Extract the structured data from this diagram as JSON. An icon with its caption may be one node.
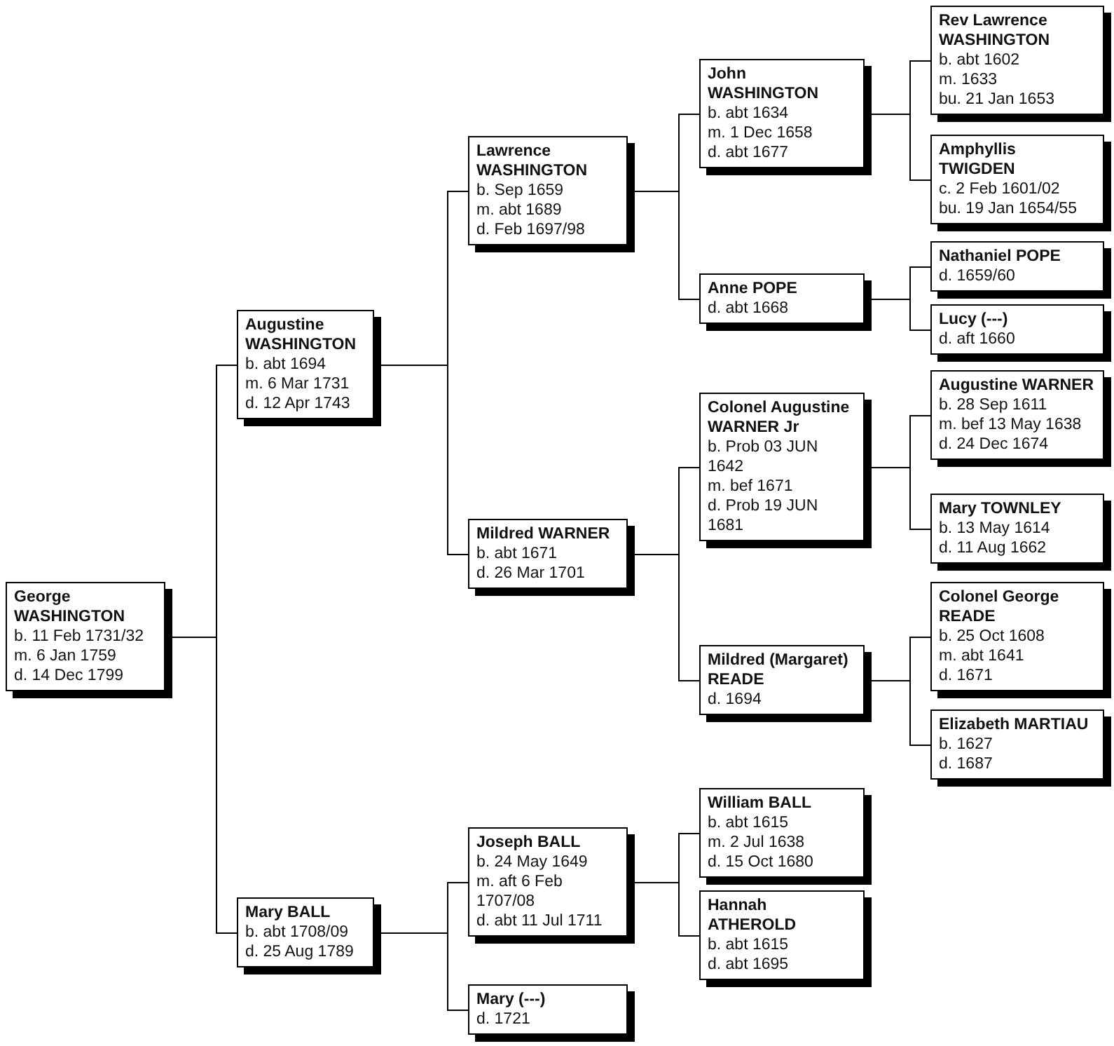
{
  "diagram": {
    "nodes": [
      {
        "text": [
          "George WASHINGTON",
          "b. 11 Feb 1731/32",
          "m. 6 Jan 1759",
          "d. 14 Dec 1799"
        ]
      },
      {
        "text": [
          "Augustine WASHINGTON",
          "b. abt 1694",
          "m. 6 Mar 1731",
          "d. 12 Apr 1743"
        ]
      },
      {
        "text": [
          "Mary BALL",
          "b. abt 1708/09",
          "d. 25 Aug 1789"
        ]
      },
      {
        "text": [
          "Lawrence WASHINGTON",
          "b. Sep 1659",
          "m. abt 1689",
          "d. Feb 1697/98"
        ]
      },
      {
        "text": [
          "Mildred WARNER",
          "b. abt 1671",
          "d. 26 Mar 1701"
        ]
      },
      {
        "text": [
          "Joseph BALL",
          "b. 24 May 1649",
          "m. aft 6 Feb 1707/08",
          "d. abt 11 Jul 1711"
        ]
      },
      {
        "text": [
          "Mary (---)",
          "d. 1721"
        ]
      },
      {
        "text": [
          "John WASHINGTON",
          "b. abt 1634",
          "m. 1 Dec 1658",
          "d. abt 1677"
        ]
      },
      {
        "text": [
          "Anne POPE",
          "d. abt 1668"
        ]
      },
      {
        "text": [
          "Colonel Augustine WARNER Jr",
          "b. Prob 03 JUN 1642",
          "m. bef 1671",
          "d. Prob 19 JUN 1681"
        ]
      },
      {
        "text": [
          "Mildred (Margaret) READE",
          "d. 1694"
        ]
      },
      {
        "text": [
          "William BALL",
          "b. abt 1615",
          "m. 2 Jul 1638",
          "d. 15 Oct 1680"
        ]
      },
      {
        "text": [
          "Hannah ATHEROLD",
          "b. abt 1615",
          "d. abt 1695"
        ]
      },
      {
        "text": [
          "Rev Lawrence WASHINGTON",
          "b. abt 1602",
          "m. 1633",
          "bu. 21 Jan 1653"
        ]
      },
      {
        "text": [
          "Amphyllis TWIGDEN",
          "c. 2 Feb 1601/02",
          "bu. 19 Jan 1654/55"
        ]
      },
      {
        "text": [
          "Nathaniel POPE",
          "d. 1659/60"
        ]
      },
      {
        "text": [
          "Lucy (---)",
          "d. aft 1660"
        ]
      },
      {
        "text": [
          "Augustine WARNER",
          "b. 28 Sep 1611",
          "m. bef 13 May 1638",
          "d. 24 Dec 1674"
        ]
      },
      {
        "text": [
          "Mary TOWNLEY",
          "b. 13 May 1614",
          "d. 11 Aug 1662"
        ]
      },
      {
        "text": [
          "Colonel George READE",
          "b. 25 Oct 1608",
          "m. abt 1641",
          "d. 1671"
        ]
      },
      {
        "text": [
          "Elizabeth MARTIAU",
          "b. 1627",
          "d. 1687"
        ]
      }
    ],
    "edges": [
      {
        "from": 0,
        "to": 1,
        "arrow": "none"
      },
      {
        "from": 0,
        "to": 2,
        "arrow": "none"
      },
      {
        "from": 1,
        "to": 3,
        "arrow": "none"
      },
      {
        "from": 1,
        "to": 4,
        "arrow": "none"
      },
      {
        "from": 2,
        "to": 5,
        "arrow": "none"
      },
      {
        "from": 2,
        "to": 6,
        "arrow": "none"
      },
      {
        "from": 3,
        "to": 7,
        "arrow": "none"
      },
      {
        "from": 3,
        "to": 8,
        "arrow": "none"
      },
      {
        "from": 4,
        "to": 9,
        "arrow": "none"
      },
      {
        "from": 4,
        "to": 10,
        "arrow": "none"
      },
      {
        "from": 5,
        "to": 11,
        "arrow": "none"
      },
      {
        "from": 5,
        "to": 12,
        "arrow": "none"
      },
      {
        "from": 7,
        "to": 13,
        "arrow": "none"
      },
      {
        "from": 7,
        "to": 14,
        "arrow": "none"
      },
      {
        "from": 8,
        "to": 15,
        "arrow": "none"
      },
      {
        "from": 8,
        "to": 16,
        "arrow": "none"
      },
      {
        "from": 9,
        "to": 17,
        "arrow": "none"
      },
      {
        "from": 9,
        "to": 18,
        "arrow": "none"
      },
      {
        "from": 10,
        "to": 19,
        "arrow": "none"
      },
      {
        "from": 10,
        "to": 20,
        "arrow": "none"
      }
    ]
  }
}
